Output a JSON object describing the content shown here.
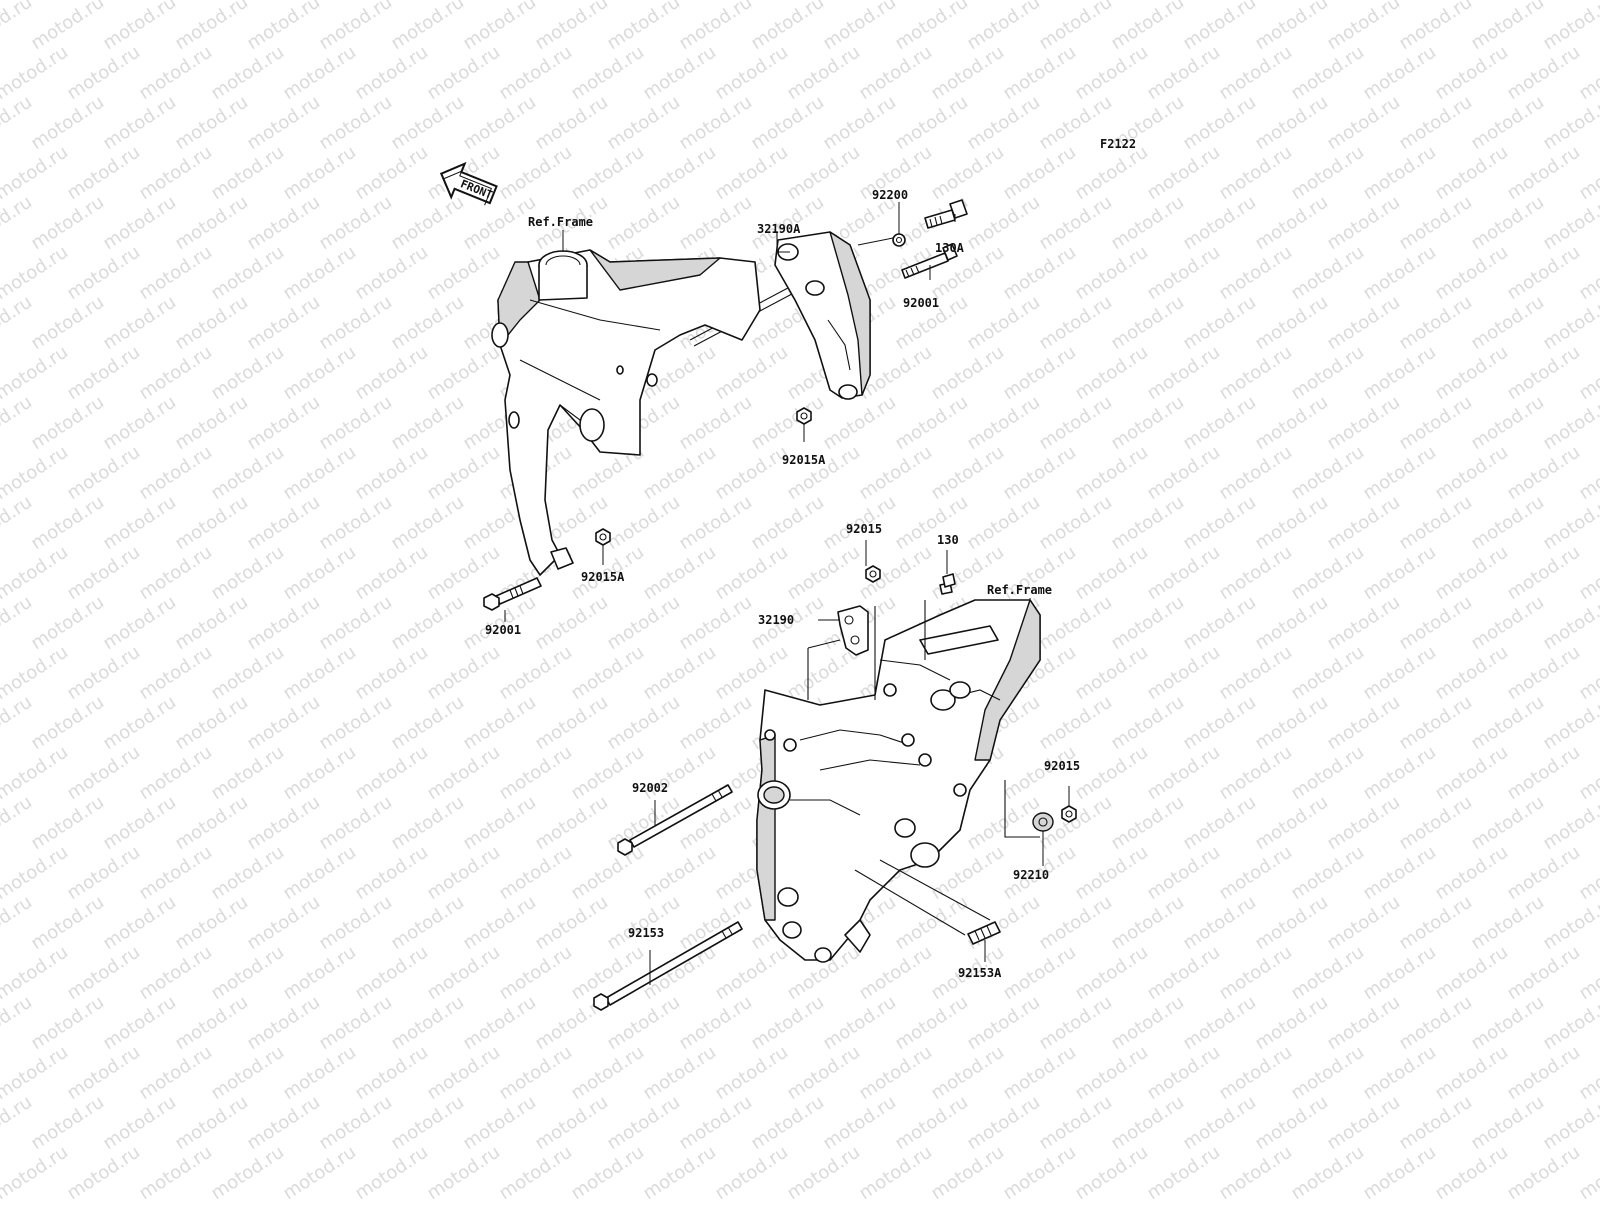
{
  "diagram": {
    "code": "F2122",
    "front_label": "FRONT",
    "watermark": "motod.ru",
    "ref_frame_upper": "Ref.Frame",
    "ref_frame_lower": "Ref.Frame",
    "parts": {
      "p92200": "92200",
      "p32190A": "32190A",
      "p130A": "130A",
      "p92001_upper": "92001",
      "p92015A_upper": "92015A",
      "p92015A_left": "92015A",
      "p92001_left": "92001",
      "p92015_top": "92015",
      "p130": "130",
      "p32190": "32190",
      "p92002": "92002",
      "p92015_right": "92015",
      "p92210": "92210",
      "p92153": "92153",
      "p92153A": "92153A"
    }
  }
}
